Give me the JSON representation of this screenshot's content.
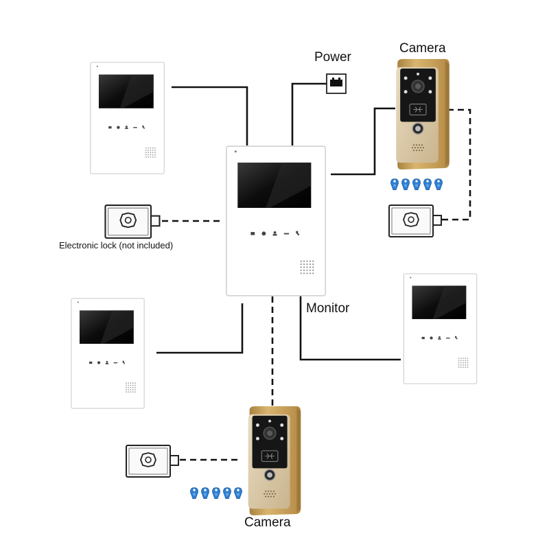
{
  "labels": {
    "power": "Power",
    "camera_top": "Camera",
    "camera_bottom": "Camera",
    "monitor": "Monitor",
    "lock": "Electronic lock (not included)"
  },
  "colors": {
    "wire": "#111111",
    "monitor_body": "#ffffff",
    "screen": "#0d0d0d",
    "camera_frame": "#c9a25a",
    "camera_panel": "#1a1a1a",
    "rfid_tag": "#2f7fd1"
  },
  "icons": {
    "monitor_buttons": [
      "menu-icon",
      "circle-icon",
      "person-icon",
      "key-icon",
      "phone-icon"
    ],
    "power_socket": "power-socket-icon",
    "lock": "lock-icon",
    "rfid": "rfid-tag-icon"
  }
}
